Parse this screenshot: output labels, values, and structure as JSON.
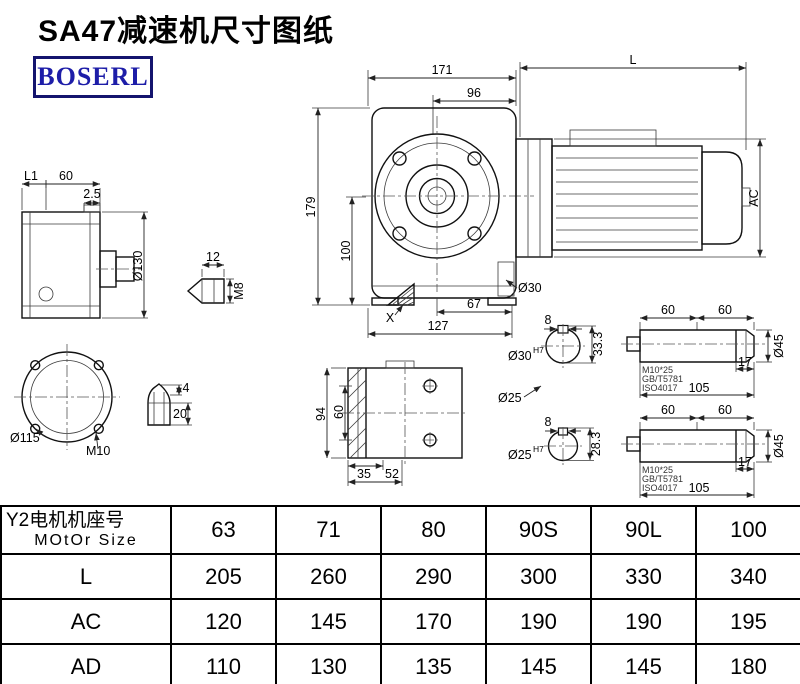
{
  "page": {
    "title": "SA47减速机尺寸图纸",
    "logo": "BOSERL"
  },
  "drawing": {
    "front_view": {
      "d171": "171",
      "d96": "96",
      "d179": "179",
      "d100": "100",
      "d67": "67",
      "d127": "127",
      "dia30": "Ø30",
      "x_label": "X"
    },
    "motor": {
      "dL": "L",
      "dAC": "AC"
    },
    "side_view": {
      "dL1": "L1",
      "d60": "60",
      "d2_5": "2.5",
      "dia130": "Ø130"
    },
    "plug": {
      "d12": "12",
      "m8": "M8"
    },
    "flange": {
      "dia115": "Ø115",
      "m10": "M10"
    },
    "dome": {
      "d4": "4",
      "d20": "20"
    },
    "bottom_view": {
      "d94": "94",
      "d60": "60",
      "d35": "35",
      "d52": "52"
    },
    "shaft_section_30": {
      "d8": "8",
      "d33_3": "33.3",
      "dia": "Ø30",
      "tol": "H7"
    },
    "shaft_section_25": {
      "dia25_label": "Ø25",
      "d8": "8",
      "d28_3": "28.3",
      "dia": "Ø25",
      "tol": "H7"
    },
    "shaft_detail_top": {
      "d60a": "60",
      "d60b": "60",
      "bolt": "M10*25",
      "std1": "GB/T5781",
      "std2": "ISO4017",
      "d17": "17",
      "d105": "105",
      "dia45": "Ø45"
    },
    "shaft_detail_bottom": {
      "d60a": "60",
      "d60b": "60",
      "bolt": "M10*25",
      "std1": "GB/T5781",
      "std2": "ISO4017",
      "d17": "17",
      "d105": "105",
      "dia45": "Ø45"
    }
  },
  "table": {
    "row_header": {
      "label_cn": "Y2电机机座号",
      "label_en": "MOtOr Size",
      "values": [
        "63",
        "71",
        "80",
        "90S",
        "90L",
        "100"
      ]
    },
    "rows": [
      {
        "label": "L",
        "values": [
          "205",
          "260",
          "290",
          "300",
          "330",
          "340"
        ]
      },
      {
        "label": "AC",
        "values": [
          "120",
          "145",
          "170",
          "190",
          "190",
          "195"
        ]
      },
      {
        "label": "AD",
        "values": [
          "110",
          "130",
          "135",
          "145",
          "145",
          "180"
        ]
      }
    ]
  }
}
